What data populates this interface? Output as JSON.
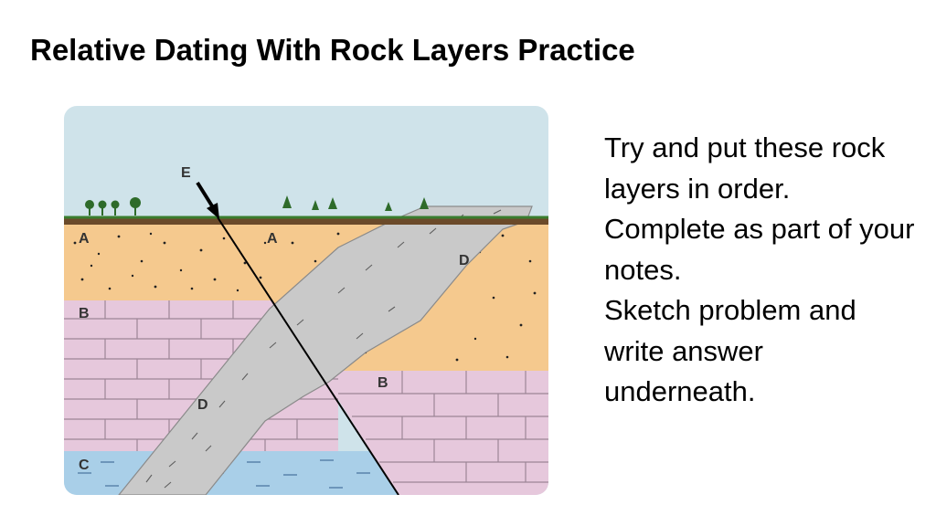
{
  "slide": {
    "title": "Relative Dating With Rock Layers Practice",
    "instructions": [
      "Try and put these rock layers in order. Complete as part of your notes.",
      "Sketch problem and write answer underneath."
    ]
  },
  "diagram": {
    "labels": {
      "layer_a_left": "A",
      "layer_a_right": "A",
      "layer_b_left": "B",
      "layer_b_right": "B",
      "layer_c": "C",
      "intrusion_d_upper": "D",
      "intrusion_d_lower": "D",
      "fault_e": "E"
    },
    "colors": {
      "sky": "#cfe3ea",
      "ground_line": "#3a7d2e",
      "soil": "#6b4a2a",
      "layer_a": "#f5c98e",
      "layer_b": "#e6c8dc",
      "layer_b_lines": "#9c8596",
      "layer_c": "#a9cfe8",
      "intrusion_d": "#c9c9c9",
      "fault_line": "#000000",
      "trees": "#2e6b2a"
    }
  }
}
